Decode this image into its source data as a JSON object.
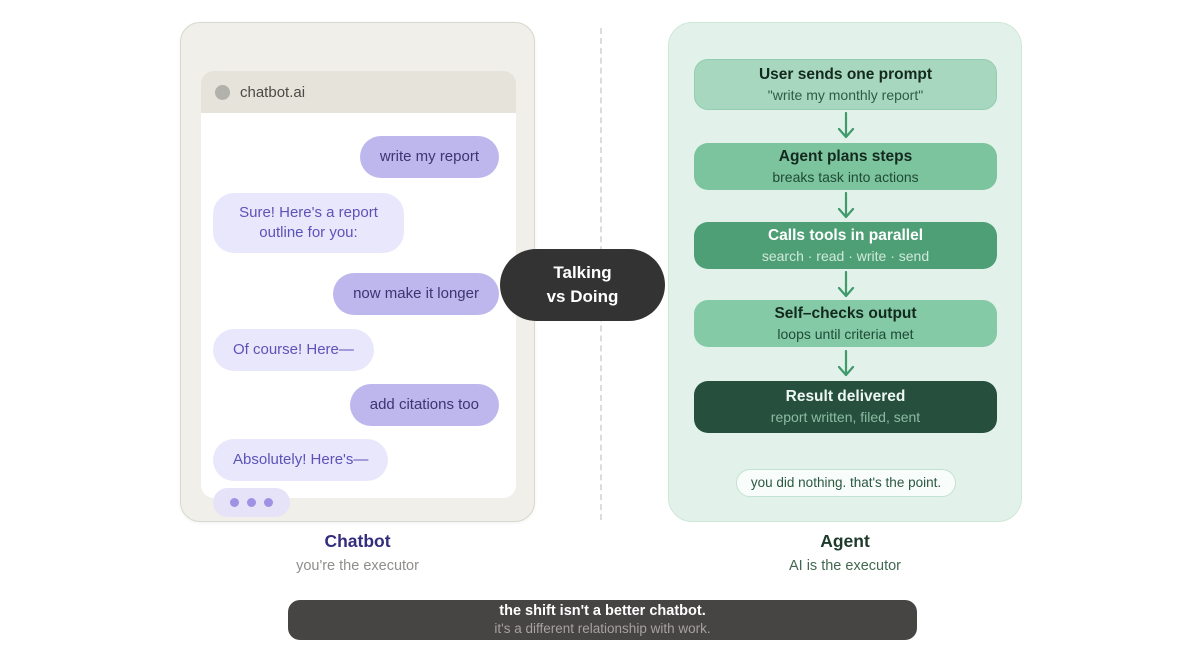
{
  "divider": {
    "badge_line1": "Talking",
    "badge_line2": "vs Doing"
  },
  "chatbot": {
    "window_title": "chatbot.ai",
    "messages": [
      {
        "role": "user",
        "text": "write my report"
      },
      {
        "role": "bot",
        "text": "Sure! Here's a report outline for you:"
      },
      {
        "role": "user",
        "text": "now make it longer"
      },
      {
        "role": "bot",
        "text": "Of course! Here—"
      },
      {
        "role": "user",
        "text": "add citations too"
      },
      {
        "role": "bot",
        "text": "Absolutely! Here's—"
      }
    ],
    "label": "Chatbot",
    "sublabel": "you're the executor"
  },
  "agent": {
    "steps": [
      {
        "title": "User sends one prompt",
        "subtitle": "\"write my monthly report\""
      },
      {
        "title": "Agent plans steps",
        "subtitle": "breaks task into actions"
      },
      {
        "title": "Calls tools in parallel",
        "subtitle": "search · read · write · send"
      },
      {
        "title": "Self–checks output",
        "subtitle": "loops until criteria met"
      },
      {
        "title": "Result delivered",
        "subtitle": "report written, filed, sent"
      }
    ],
    "note": "you did nothing. that's the point.",
    "label": "Agent",
    "sublabel": "AI is the executor"
  },
  "footer": {
    "line1": "the shift isn't a better chatbot.",
    "line2": "it's a different relationship with work."
  },
  "colors": {
    "left_card_bg": "#f0efe9",
    "chat_header_bg": "#e6e3da",
    "user_bubble": "#beb7ed",
    "user_bubble_text": "#3b3572",
    "bot_bubble": "#e9e7fb",
    "bot_bubble_text": "#5c53b9",
    "badge_bg": "#333333",
    "right_card_bg": "#e2f2ea",
    "step1_bg": "#a7d7bf",
    "step2_bg": "#7cc49d",
    "step3_bg": "#4f9f76",
    "step4_bg": "#85caa6",
    "step5_bg": "#26503d",
    "arrow": "#3f9a6c",
    "chatbot_label": "#322e7d",
    "agent_label": "#1e3a2b",
    "footer_bg": "#474444"
  }
}
